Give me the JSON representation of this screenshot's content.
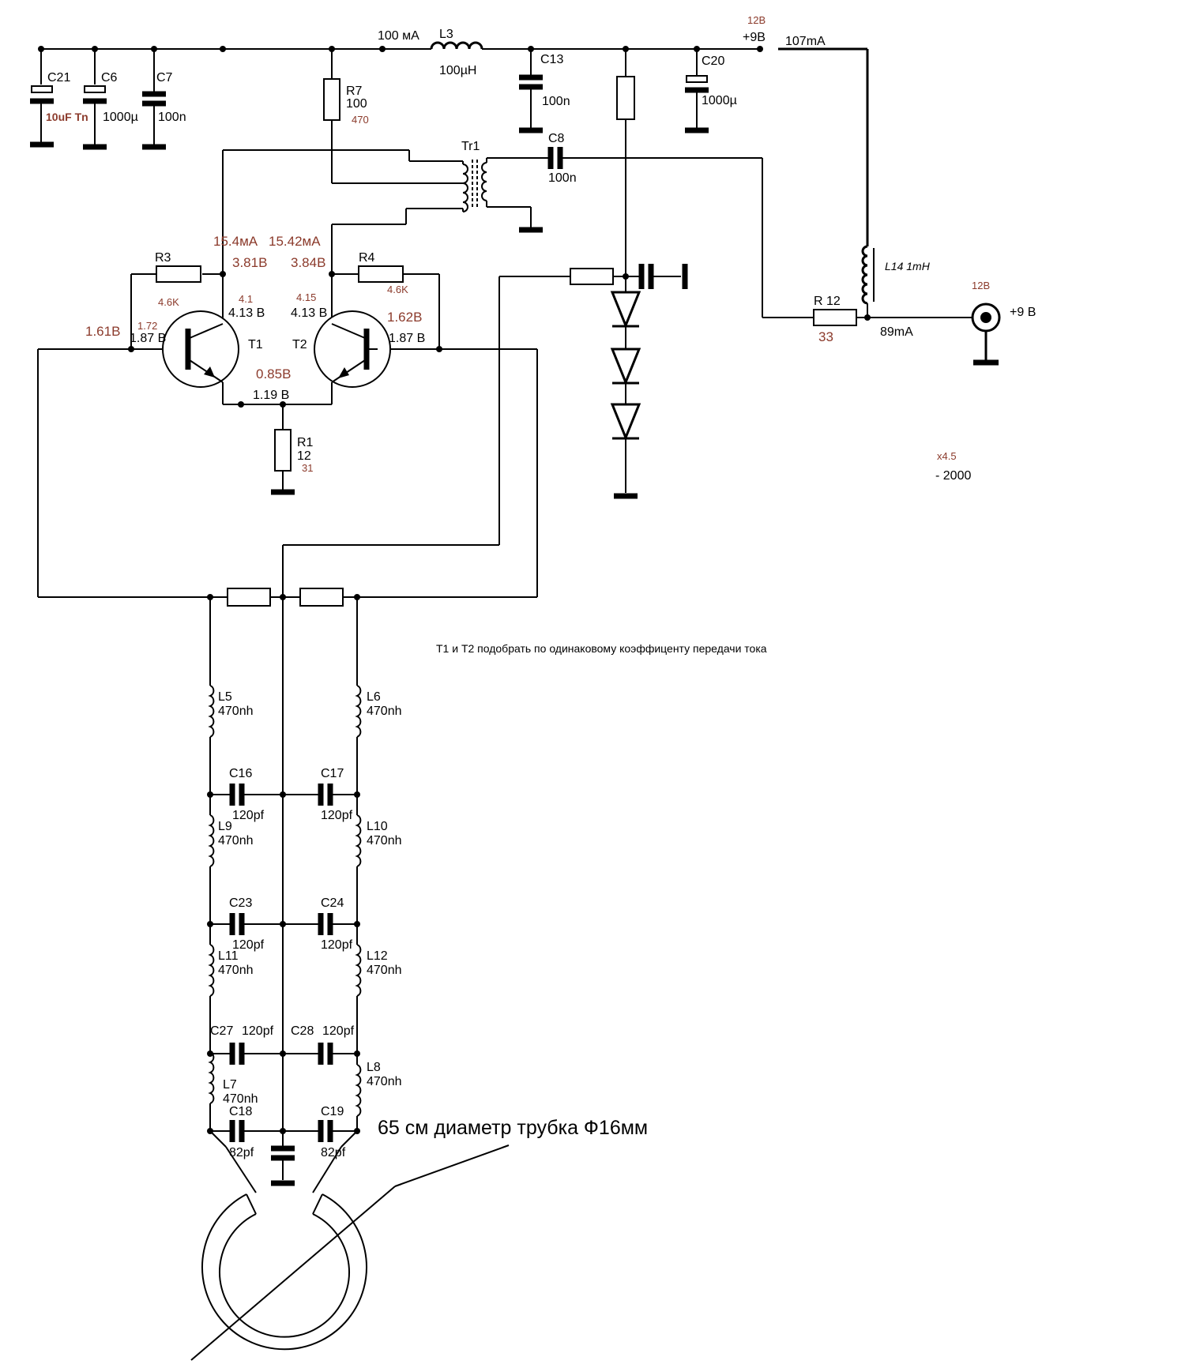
{
  "labels": {
    "c21": "C21",
    "c21_value": "10uF Tn",
    "c6": "C6",
    "c6_value": "1000µ",
    "c7": "C7",
    "c7_value": "100n",
    "supply_current": "100 мА",
    "l3": "L3",
    "l3_value": "100µH",
    "r7": "R7",
    "r7_value": "100",
    "r7_alt": "470",
    "c13": "C13",
    "c13_value": "100n",
    "v_12b_top": "12В",
    "v_9b_top": "+9В",
    "current_107": "107mA",
    "c20": "C20",
    "c20_value": "1000µ",
    "tr1": "Tr1",
    "c8": "C8",
    "c8_value": "100n",
    "current_t1": "15.4мА",
    "current_t2": "15.42мА",
    "v_c1": "3.81В",
    "v_c2": "3.84В",
    "r3": "R3",
    "r3_value": "4.6K",
    "r4": "R4",
    "r4_value": "4.6K",
    "v41": "4.1",
    "v413a": "4.13 В",
    "v415": "4.15",
    "v413b": "4.13 В",
    "t1": "T1",
    "t2": "T2",
    "v161": "1.61В",
    "v172": "1.72",
    "v187a": "1.87 В",
    "v162": "1.62В",
    "v187b": "1.87 В",
    "v085": "0.85В",
    "v119": "1.19 В",
    "r1": "R1",
    "r1_value": "12",
    "r1_alt": "31",
    "l14": "L14 1mH",
    "v_12b_right": "12В",
    "r12": "R 12",
    "r12_value": "33",
    "current_89": "89mA",
    "v_9b_right": "+9 В",
    "x45": "x4.5",
    "minus2000": "- 2000",
    "note": "Т1 и Т2 подобрать по одинаковому коэффиценту передачи тока",
    "l5": "L5",
    "l5_value": "470nh",
    "l6": "L6",
    "l6_value": "470nh",
    "c16": "C16",
    "c16_value": "120pf",
    "c17": "C17",
    "c17_value": "120pf",
    "l9": "L9",
    "l9_value": "470nh",
    "l10": "L10",
    "l10_value": "470nh",
    "c23": "C23",
    "c23_value": "120pf",
    "c24": "C24",
    "c24_value": "120pf",
    "l11": "L11",
    "l11_value": "470nh",
    "l12": "L12",
    "l12_value": "470nh",
    "c27": "C27",
    "c27_value": "120pf",
    "c28": "C28",
    "c28_value": "120pf",
    "l7": "L7",
    "l7_value": "470nh",
    "l8": "L8",
    "l8_value": "470nh",
    "c18": "C18",
    "c18_value": "82pf",
    "c19": "C19",
    "c19_value": "82pf",
    "loop_note": "65 см диаметр трубка Ф16мм"
  }
}
